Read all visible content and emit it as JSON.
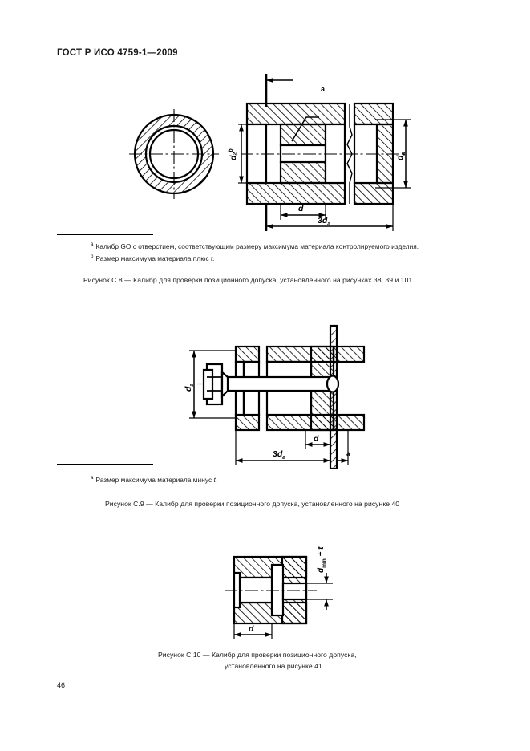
{
  "document": {
    "header": "ГОСТ Р ИСО 4759-1—2009",
    "page_number": "46"
  },
  "figures": [
    {
      "id": "C.8",
      "caption": "Рисунок  С.8 — Калибр для проверки позиционного допуска, установленного на рисунках 38, 39 и 101",
      "footnotes": [
        {
          "mark": "a",
          "text": "Калибр GO с отверстием, соответствующим размеру максимума материала контролируемого изделия."
        },
        {
          "mark": "b",
          "text": "Размер максимума материала плюс ",
          "italic_tail": "t."
        }
      ],
      "labels": {
        "left_vertical": "d₂",
        "left_vertical_sup": "b",
        "right_vertical": "d",
        "right_vertical_sub": "a",
        "bottom_small": "d",
        "bottom_large": "3d",
        "bottom_large_sub": "a",
        "leader_mark": "a"
      }
    },
    {
      "id": "C.9",
      "caption": "Рисунок  С.9 — Калибр для проверки позиционного допуска, установленного на рисунке 40",
      "footnotes": [
        {
          "mark": "a",
          "text": "Размер максимума материала минус ",
          "italic_tail": "t."
        }
      ],
      "labels": {
        "left_vertical": "d",
        "left_vertical_sub": "a",
        "bottom_small": "d",
        "bottom_large": "3d",
        "bottom_large_sub": "a",
        "leader_mark": "a"
      }
    },
    {
      "id": "C.10",
      "caption_line1": "Рисунок  С.10 — Калибр для проверки позиционного допуска,",
      "caption_line2": "установленного на рисунке 41",
      "labels": {
        "right_vertical": "d",
        "right_vertical_sub": "min",
        "right_vertical_tail": " + t",
        "bottom_small": "d"
      }
    }
  ],
  "colors": {
    "ink": "#000000",
    "paper": "#ffffff",
    "text": "#1a1a1a"
  }
}
